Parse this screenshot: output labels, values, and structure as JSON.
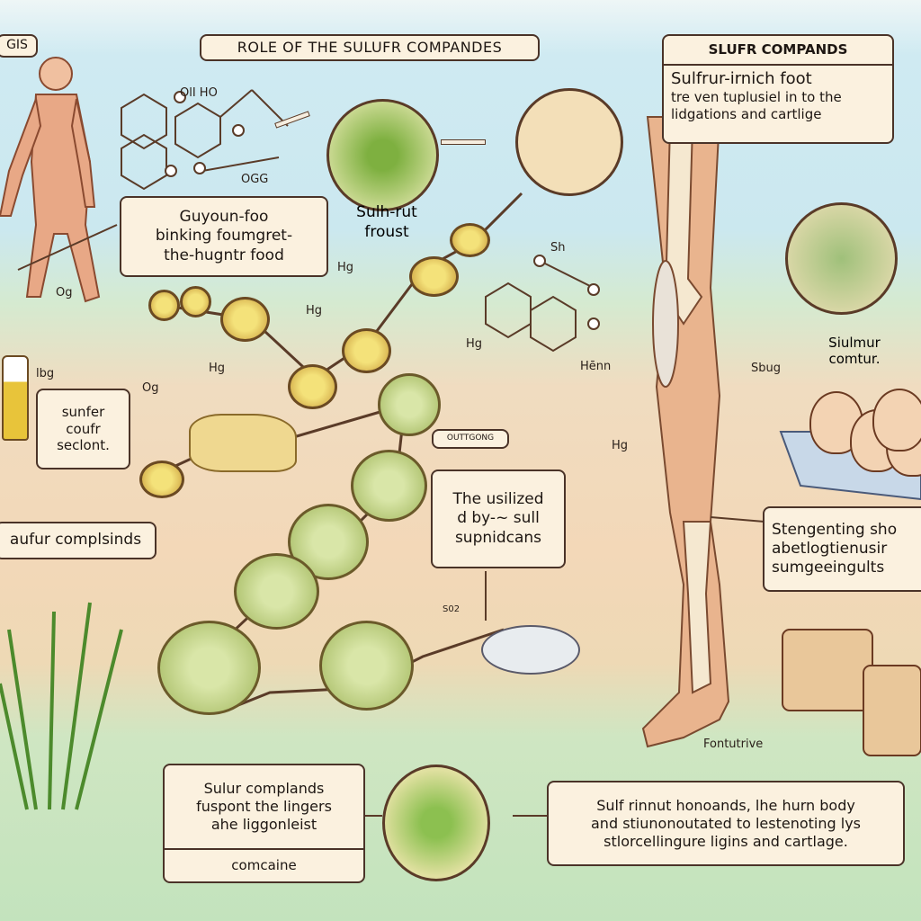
{
  "title": "ROLE OF THE SULUFR COMPANDES",
  "corner_label": "GIS",
  "top_right_box": {
    "heading": "SLUFR COMPANDS",
    "line1": "Sulfrur-irnich foot",
    "line2": "tre ven tuplusiel in to the",
    "line3": "lidgations and cartlige"
  },
  "food_box": {
    "line1": "Guyoun-foo",
    "line2": "binking foumgret-",
    "line3": "the-hugntr food"
  },
  "circle_caption": {
    "line1": "Sulh-rut",
    "line2": "froust"
  },
  "sunfer_box": {
    "line1": "sunfer",
    "line2": "coufr",
    "line3": "seclont."
  },
  "compounds_box": "aufur complsinds",
  "outtgong_tag": "OUTTGONG",
  "utilized_box": {
    "line1": "The usilized",
    "line2": "d by-~ sull",
    "line3": "supnidcans"
  },
  "right_caption": {
    "line1": "Siulmur",
    "line2": "comtur."
  },
  "strengthening_box": {
    "line1": "Stengenting sho",
    "line2": "abetlogtienusir",
    "line3": "sumgeeingults"
  },
  "bottom_left_box": {
    "line1": "Sulur complands",
    "line2": "fuspont the lingers",
    "line3": "ahe liggonleist",
    "footer": "comcaine"
  },
  "bottom_right_box": {
    "line1": "Sulf rinnut honoands, lhe hurn body",
    "line2": "and stiunonoutated to lestenoting lys",
    "line3": "stlorcellingure ligins and cartlage."
  },
  "small_labels": {
    "oh_ho": "OlI HO",
    "ogg": "OGG",
    "hg1": "Hg",
    "hg2": "Hg",
    "hg3": "Hg",
    "hg4": "Hg",
    "hg5": "Hg",
    "sh": "Sh",
    "og1": "Og",
    "og2": "Og",
    "lbg": "lbg",
    "henn": "Hēnn",
    "sbug": "Sbug",
    "so2": "S02",
    "fontutrive": "Fontutrive"
  },
  "colors": {
    "sky": "#cbe8ef",
    "sand": "#f3d8b8",
    "grass": "#c3e3bd",
    "outline": "#4a3328",
    "box_fill": "#fbf1df"
  }
}
